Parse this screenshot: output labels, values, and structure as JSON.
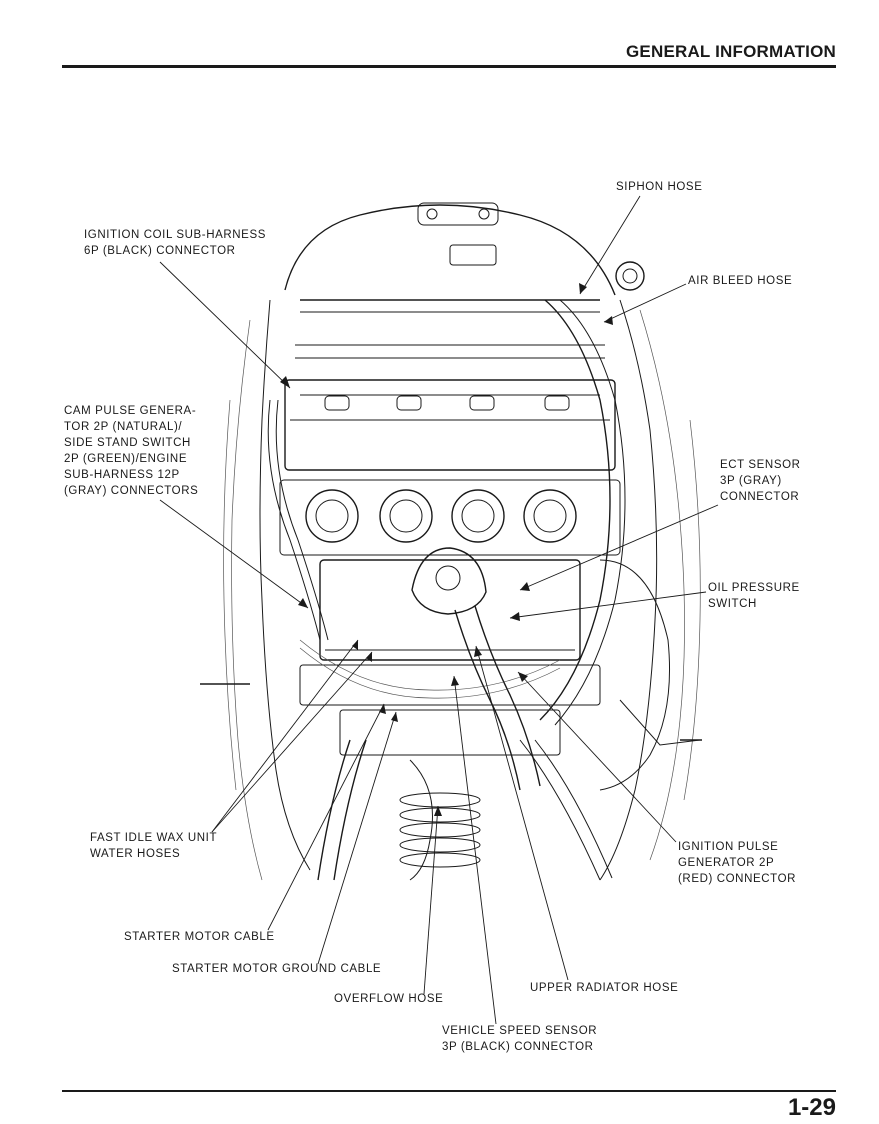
{
  "header": {
    "title": "GENERAL INFORMATION"
  },
  "footer": {
    "page_number": "1-29"
  },
  "callouts": {
    "ignition_coil": "IGNITION COIL SUB-HARNESS\n6P (BLACK) CONNECTOR",
    "siphon_hose": "SIPHON HOSE",
    "air_bleed_hose": "AIR BLEED HOSE",
    "cam_pulse": "CAM PULSE GENERA-\nTOR 2P (NATURAL)/\nSIDE STAND SWITCH\n2P (GREEN)/ENGINE\nSUB-HARNESS 12P\n(GRAY) CONNECTORS",
    "ect_sensor": "ECT SENSOR\n3P (GRAY)\nCONNECTOR",
    "oil_pressure": "OIL PRESSURE\nSWITCH",
    "fast_idle": "FAST IDLE WAX UNIT\nWATER HOSES",
    "ignition_pulse": "IGNITION PULSE\nGENERATOR 2P\n(RED) CONNECTOR",
    "starter_motor_cable": "STARTER MOTOR CABLE",
    "starter_ground_cable": "STARTER MOTOR GROUND CABLE",
    "upper_radiator_hose": "UPPER RADIATOR HOSE",
    "overflow_hose": "OVERFLOW HOSE",
    "vehicle_speed_sensor": "VEHICLE SPEED SENSOR\n3P (BLACK) CONNECTOR"
  },
  "diagram": {
    "icon": "engine-line-drawing"
  }
}
